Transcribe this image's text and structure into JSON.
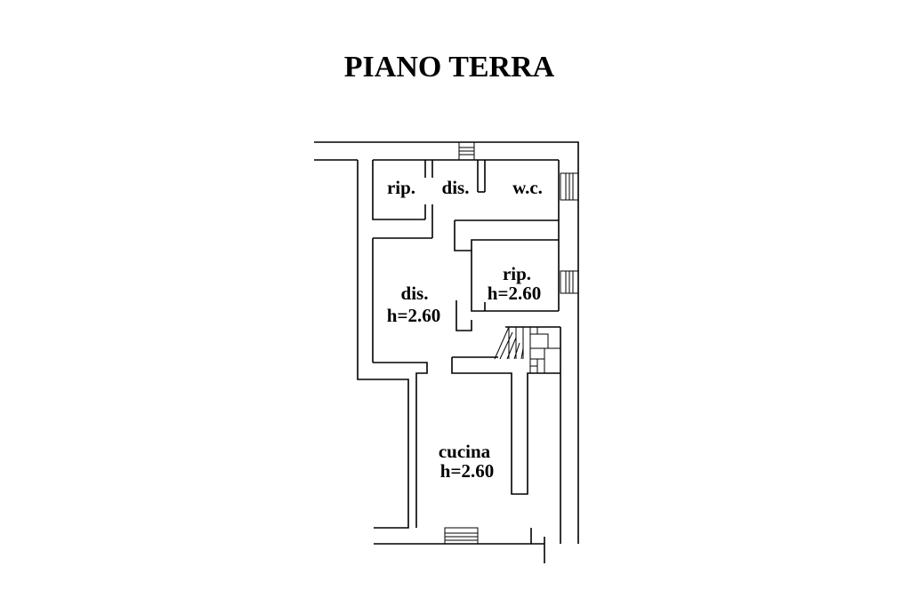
{
  "title": "PIANO TERRA",
  "rooms": {
    "rip_small": "rip.",
    "dis_small": "dis.",
    "wc": "w.c.",
    "rip_large": {
      "name": "rip.",
      "height": "h=2.60"
    },
    "dis_large": {
      "name": "dis.",
      "height": "h=2.60"
    },
    "cucina": {
      "name": "cucina",
      "height": "h=2.60"
    }
  },
  "colors": {
    "ink": "#000000",
    "paper": "#ffffff"
  }
}
